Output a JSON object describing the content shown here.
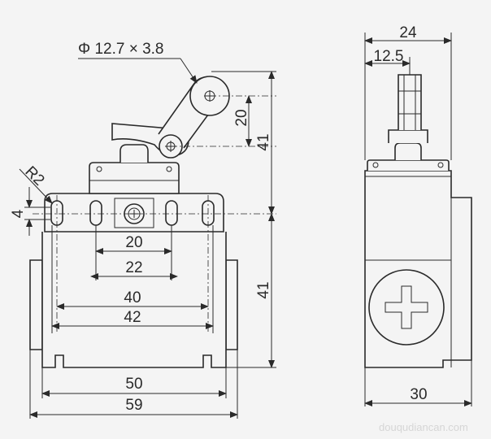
{
  "diagram": {
    "roller_spec": "Φ 12.7 × 3.8",
    "front_view": {
      "dims": {
        "arm_radius": "20",
        "actuator_height": "41",
        "body_height": "41",
        "hole_radius": "R2",
        "hole_offset": "4",
        "inner_slot_width": "20",
        "inner_slot_outer": "22",
        "hole_pitch": "40",
        "hole_outer": "42",
        "base_inner_width": "50",
        "base_width": "59"
      }
    },
    "side_view": {
      "dims": {
        "top_width": "24",
        "plunger_offset": "12.5",
        "depth": "30"
      }
    },
    "watermark": "douqudiancan.com"
  }
}
